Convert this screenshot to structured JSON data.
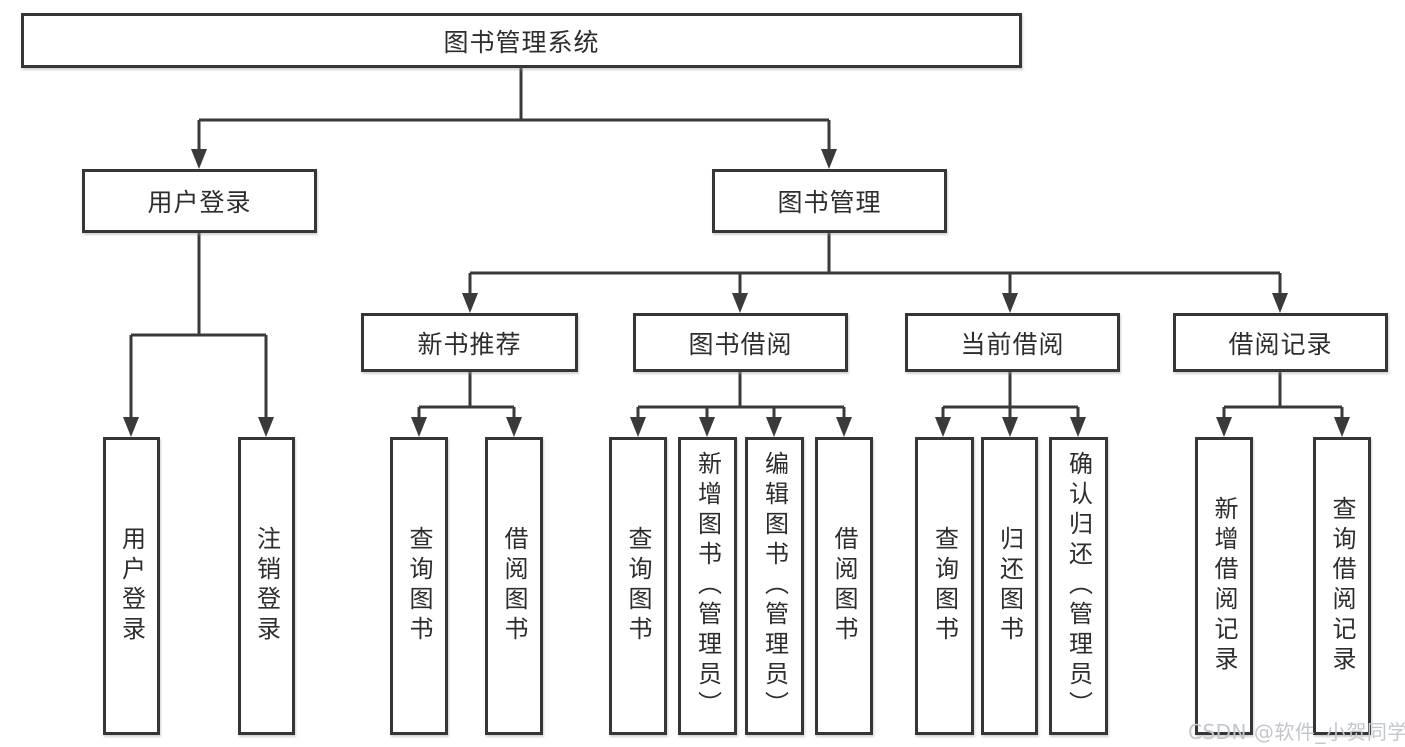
{
  "tree": {
    "label": "图书管理系统",
    "children": [
      {
        "label": "用户登录",
        "children": [
          {
            "label": "用户登录"
          },
          {
            "label": "注销登录"
          }
        ]
      },
      {
        "label": "图书管理",
        "children": [
          {
            "label": "新书推荐",
            "children": [
              {
                "label": "查询图书"
              },
              {
                "label": "借阅图书"
              }
            ]
          },
          {
            "label": "图书借阅",
            "children": [
              {
                "label": "查询图书"
              },
              {
                "label": "新增图书（管理员）"
              },
              {
                "label": "编辑图书（管理员）"
              },
              {
                "label": "借阅图书"
              }
            ]
          },
          {
            "label": "当前借阅",
            "children": [
              {
                "label": "查询图书"
              },
              {
                "label": "归还图书"
              },
              {
                "label": "确认归还（管理员）"
              }
            ]
          },
          {
            "label": "借阅记录",
            "children": [
              {
                "label": "新增借阅记录"
              },
              {
                "label": "查询借阅记录"
              }
            ]
          }
        ]
      }
    ]
  },
  "watermark": {
    "text": "CSDN @软件_小贺同学"
  },
  "colors": {
    "line": "#3a3a3a",
    "box_border": "#363636",
    "text": "#2d2d2d",
    "watermark": "#c3c7cd",
    "background": "#ffffff"
  }
}
